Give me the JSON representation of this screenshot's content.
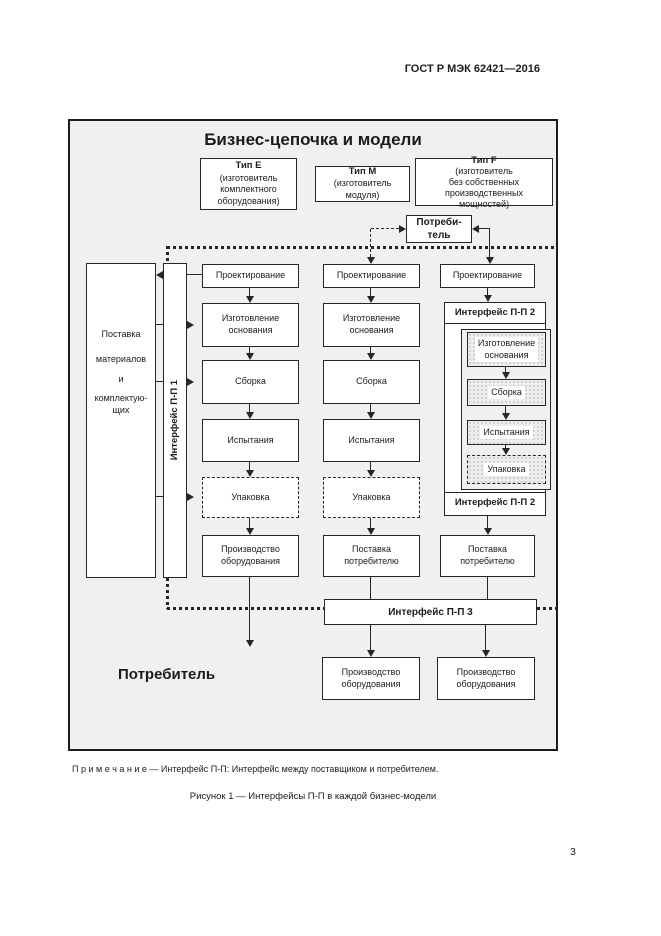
{
  "header": {
    "doc_code": "ГОСТ Р МЭК 62421—2016"
  },
  "colors": {
    "page_bg": "#ffffff",
    "frame_bg": "#f0f0f0",
    "box_bg": "#ffffff",
    "stipple_bg": "#ededed",
    "line": "#262626"
  },
  "diagram": {
    "title": "Бизнес-цепочка и модели",
    "type_boxes": [
      {
        "name": "Тип E",
        "desc": "(изготовитель\nкомплектного\nоборудования)"
      },
      {
        "name": "Тип M",
        "desc": "(изготовитель\nмодуля)"
      },
      {
        "name": "Тип F",
        "desc": "(изготовитель\nбез собственных\nпроизводственных\nмощностей)"
      }
    ],
    "consumer_top": "Потреби-\nтель",
    "supply": {
      "lines": [
        "Поставка",
        "материалов",
        "и",
        "комплектую-",
        "щих"
      ]
    },
    "interface1": "Интерфейс П-П 1",
    "interface2_top": "Интерфейс П-П 2",
    "interface2_bottom": "Интерфейс П-П 2",
    "interface3": "Интерфейс П-П 3",
    "col_e": {
      "design": "Проектирование",
      "base": "Изготовление\nоснования",
      "assembly": "Сборка",
      "testing": "Испытания",
      "packing": "Упаковка",
      "final": "Производство\nоборудования"
    },
    "col_m": {
      "design": "Проектирование",
      "base": "Изготовление\nоснования",
      "assembly": "Сборка",
      "testing": "Испытания",
      "packing": "Упаковка",
      "final": "Поставка\nпотребителю"
    },
    "col_f": {
      "design": "Проектирование",
      "base": "Изготовление\nоснования",
      "assembly": "Сборка",
      "testing": "Испытания",
      "packing": "Упаковка",
      "final": "Поставка\nпотребителю"
    },
    "consumer_bottom": "Потребитель",
    "bottom_boxes": [
      "Производство\nоборудования",
      "Производство\nоборудования"
    ]
  },
  "footer": {
    "note": "П р и м е ч а н и е — Интерфейс П-П: Интерфейс между поставщиком и потребителем.",
    "caption": "Рисунок 1 — Интерфейсы П-П в каждой бизнес-модели",
    "page_number": "3"
  }
}
